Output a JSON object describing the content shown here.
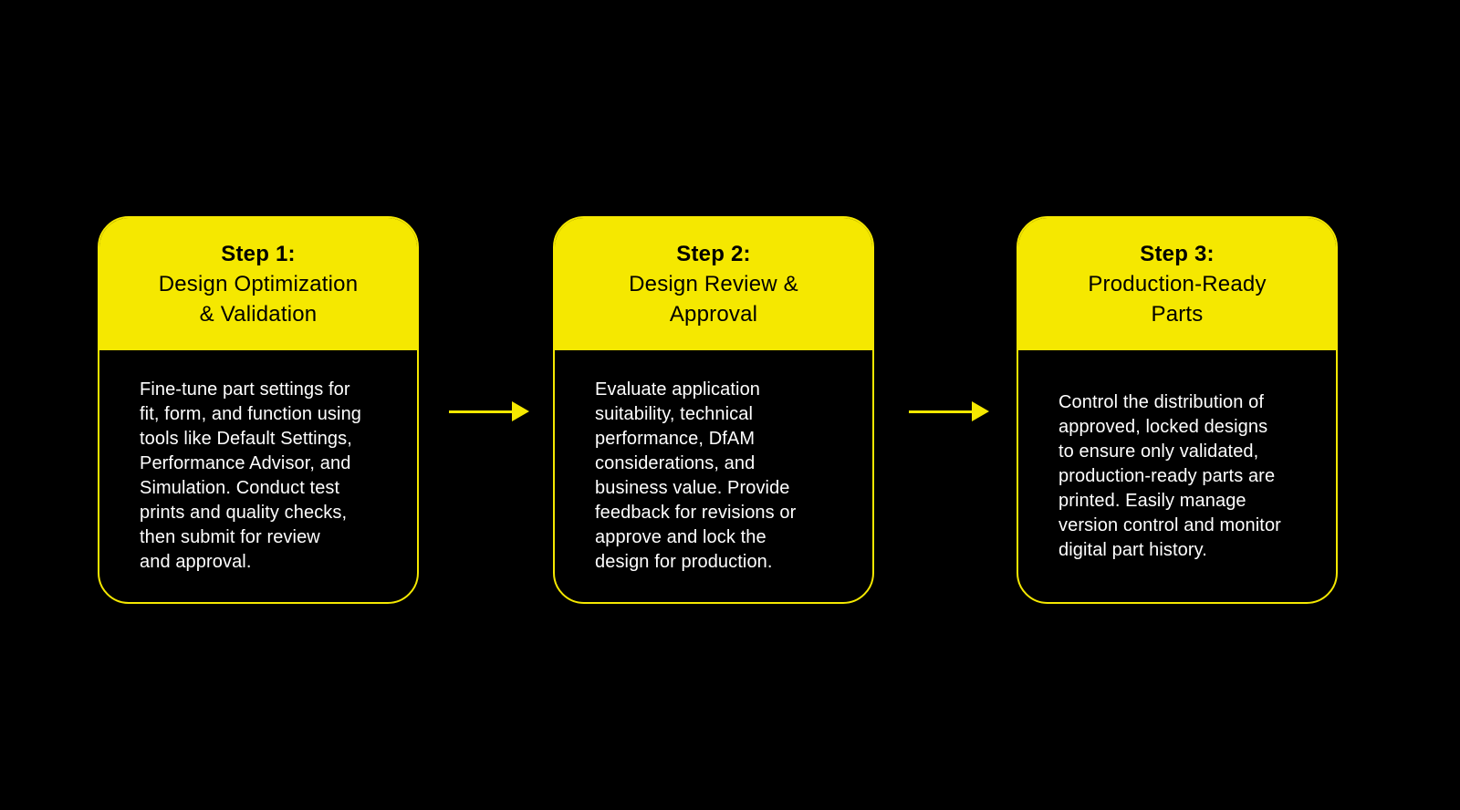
{
  "colors": {
    "background": "#000000",
    "accent_yellow": "#F5E800",
    "header_text": "#000000",
    "body_text": "#FFFFFF"
  },
  "steps": [
    {
      "step_label": "Step 1:",
      "title": "Design Optimization\n& Validation",
      "description": "Fine-tune part settings for\nfit, form, and function using\ntools like Default Settings,\nPerformance Advisor, and\nSimulation. Conduct test\nprints and quality checks,\nthen submit for review\nand approval."
    },
    {
      "step_label": "Step 2:",
      "title": "Design Review &\nApproval",
      "description": "Evaluate application\nsuitability, technical\nperformance, DfAM\nconsiderations, and\nbusiness value. Provide\nfeedback for revisions or\napprove and lock the\ndesign for production."
    },
    {
      "step_label": "Step 3:",
      "title": "Production-Ready\nParts",
      "description": "Control the distribution of\napproved, locked designs\nto ensure only validated,\nproduction-ready parts are\nprinted. Easily manage\nversion control and monitor\ndigital part history."
    }
  ],
  "connectors": [
    {
      "icon": "arrow-right-icon"
    },
    {
      "icon": "arrow-right-icon"
    }
  ]
}
